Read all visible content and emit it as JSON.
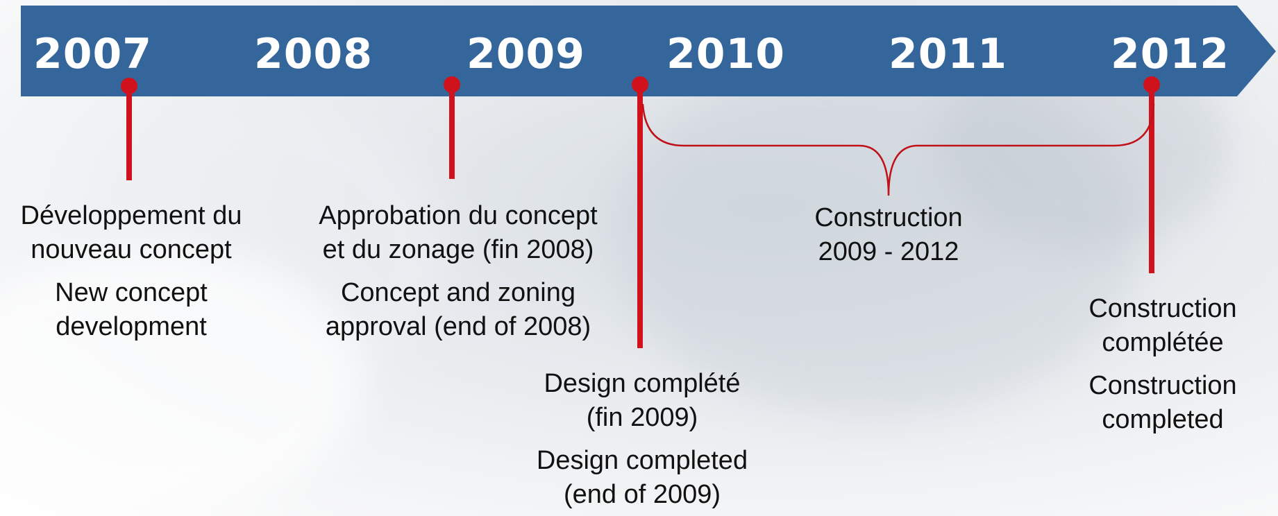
{
  "timeline": {
    "colors": {
      "arrow": "#34669b",
      "marker": "#d0121c",
      "text": "#111111",
      "year_text": "#ffffff"
    },
    "years": [
      "2007",
      "2008",
      "2009",
      "2010",
      "2011",
      "2012"
    ],
    "milestones": [
      {
        "id": "new-concept",
        "fr": [
          "Développement du",
          "nouveau concept"
        ],
        "en": [
          "New concept",
          "development"
        ]
      },
      {
        "id": "concept-zoning-approval",
        "fr": [
          "Approbation du concept",
          "et du zonage (fin 2008)"
        ],
        "en": [
          "Concept and zoning",
          "approval (end of 2008)"
        ]
      },
      {
        "id": "design-completed",
        "fr": [
          "Design complété",
          "(fin 2009)"
        ],
        "en": [
          "Design completed",
          "(end of 2009)"
        ]
      },
      {
        "id": "construction-period",
        "fr": [
          "Construction",
          "2009 - 2012"
        ],
        "en": []
      },
      {
        "id": "construction-completed",
        "fr": [
          "Construction",
          "complétée"
        ],
        "en": [
          "Construction",
          "completed"
        ]
      }
    ]
  }
}
